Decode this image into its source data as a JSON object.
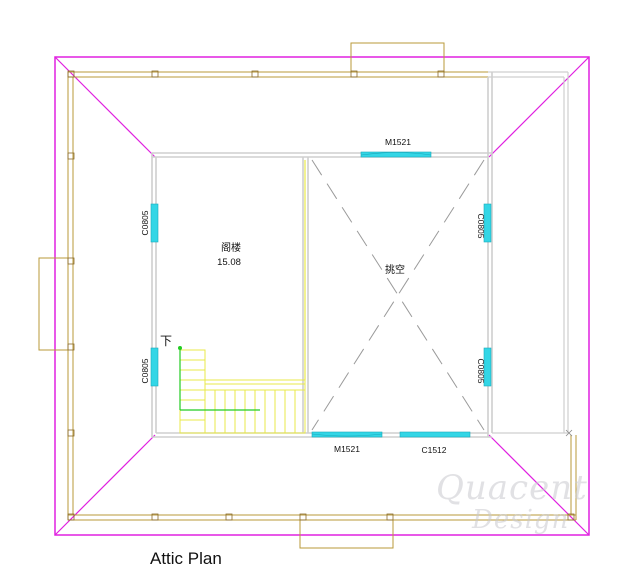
{
  "caption": "Attic Plan",
  "watermark": {
    "line1": "Quacent",
    "line2": "Design"
  },
  "rooms": {
    "attic": {
      "name": "阁楼",
      "area": "15.08"
    },
    "void": {
      "name": "挑空"
    }
  },
  "labels": {
    "window_left_upper": "C0805",
    "window_left_lower": "C0805",
    "window_right_upper": "C0805",
    "window_right_lower": "C0805",
    "door_top": "M1521",
    "door_bottom": "M1521",
    "window_bottom": "C1512",
    "stair_down": "下"
  },
  "colors": {
    "roof_outline": "#e020e0",
    "wall": "#cfcfcf",
    "beam": "#b89a3a",
    "opening": "#33d6e6",
    "stair": "#e8e84a",
    "stair_arrow": "#22cc22"
  }
}
